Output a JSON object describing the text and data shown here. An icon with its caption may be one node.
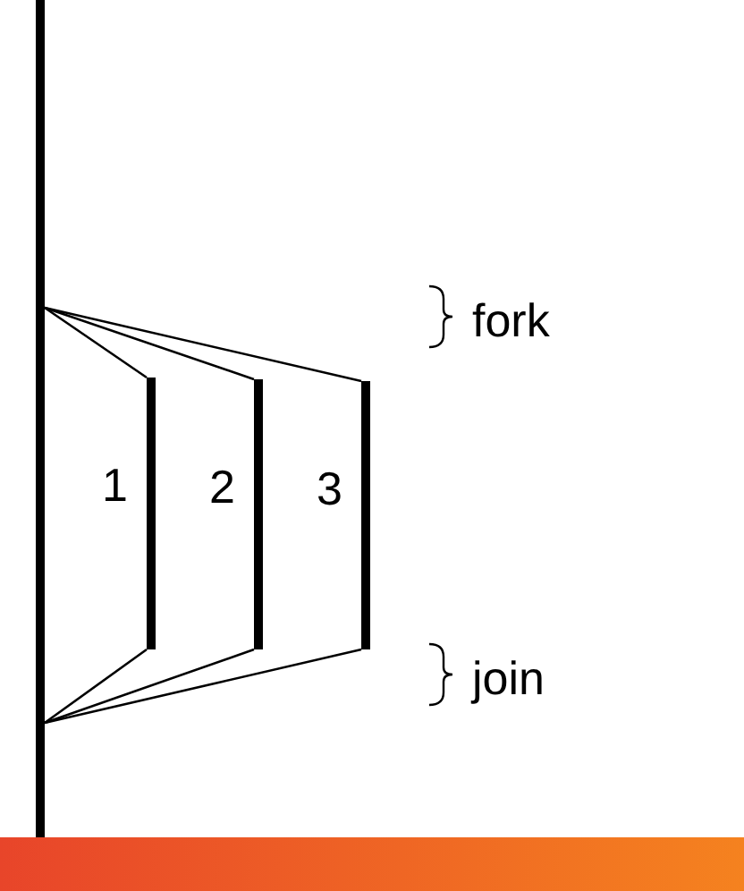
{
  "diagram": {
    "nodes": [
      {
        "text": [],
        "shape": "bar"
      },
      {
        "text": [],
        "shape": "bar",
        "beside": [
          "1"
        ]
      },
      {
        "text": [],
        "shape": "bar",
        "beside": [
          "2"
        ]
      },
      {
        "text": [],
        "shape": "bar",
        "beside": [
          "3"
        ]
      }
    ],
    "edges": [
      {
        "from": 0,
        "to": 1,
        "arrow": "none"
      },
      {
        "from": 0,
        "to": 2,
        "arrow": "none"
      },
      {
        "from": 0,
        "to": 3,
        "arrow": "none"
      },
      {
        "from": 1,
        "to": 0,
        "arrow": "none"
      },
      {
        "from": 2,
        "to": 0,
        "arrow": "none"
      },
      {
        "from": 3,
        "to": 0,
        "arrow": "none"
      }
    ],
    "labels": [
      "fork",
      "join"
    ]
  }
}
